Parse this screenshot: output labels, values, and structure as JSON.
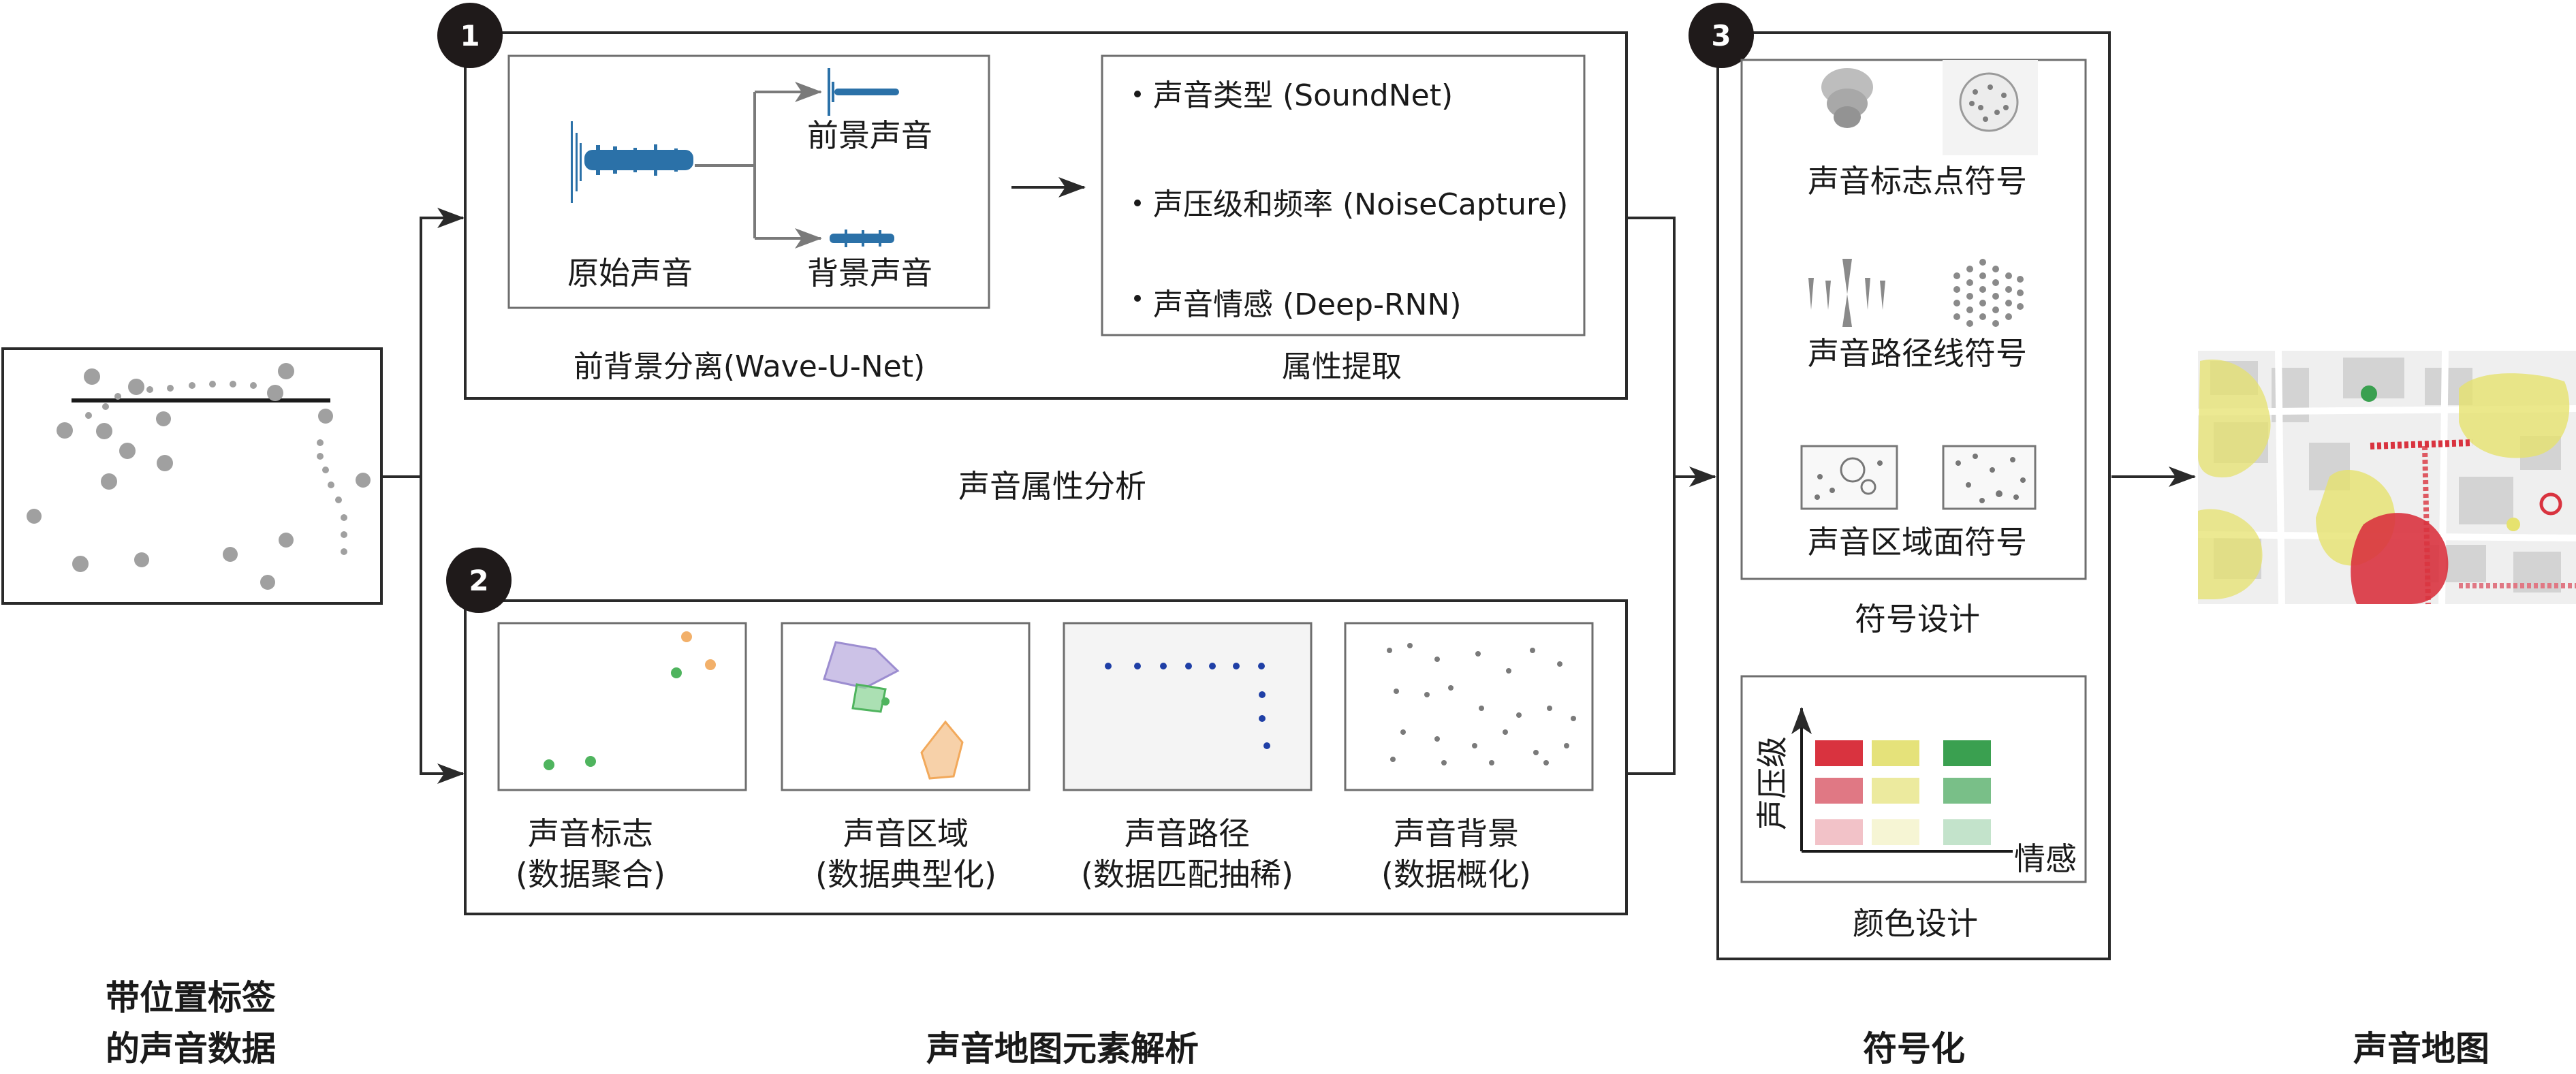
{
  "stages": {
    "s1": "带位置标签\n的声音数据",
    "s2": "声音地图元素解析",
    "s3": "符号化",
    "s4": "声音地图"
  },
  "middle_label": "声音属性分析",
  "panel1": {
    "number": "1",
    "separation": {
      "original": "原始声音",
      "foreground": "前景声音",
      "background": "背景声音",
      "caption": "前背景分离(Wave-U-Net)"
    },
    "attributes": {
      "items": [
        "声音类型 (SoundNet)",
        "声压级和频率 (NoiseCapture)",
        "声音情感 (Deep-RNN)"
      ],
      "caption": "属性提取"
    }
  },
  "panel2": {
    "number": "2",
    "elements": [
      {
        "title": "声音标志",
        "sub": "(数据聚合)"
      },
      {
        "title": "声音区域",
        "sub": "(数据典型化)"
      },
      {
        "title": "声音路径",
        "sub": "(数据匹配抽稀)"
      },
      {
        "title": "声音背景",
        "sub": "(数据概化)"
      }
    ]
  },
  "panel3": {
    "number": "3",
    "symbols": [
      "声音标志点符号",
      "声音路径线符号",
      "声音区域面符号"
    ],
    "symbol_caption": "符号设计",
    "color": {
      "y_axis": "声压级",
      "x_axis": "情感",
      "caption": "颜色设计",
      "swatches": [
        [
          "#d9333f",
          "#e5e27a",
          "#3aa050"
        ],
        [
          "#e07884",
          "#ecea9e",
          "#79bf88"
        ],
        [
          "#f2c2c8",
          "#f6f5d4",
          "#c3e3cb"
        ]
      ]
    }
  }
}
